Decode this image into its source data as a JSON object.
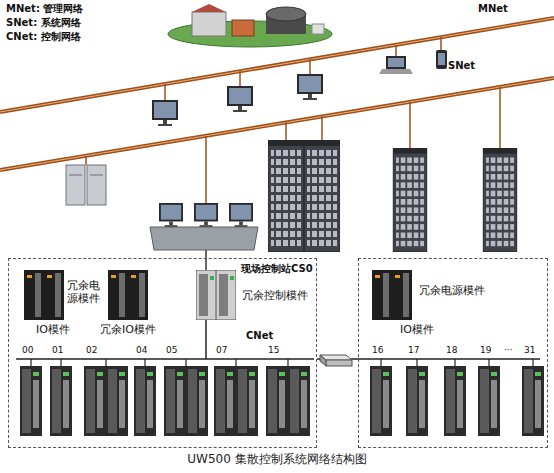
{
  "diagram": {
    "caption": "UW500 集散控制系统网络结构图",
    "nodes": [
      {
        "text": [
          "现场控制站CS0"
        ]
      },
      {
        "text": [
          "冗余电源模件"
        ]
      }
    ],
    "edges": [
      {
        "from": 0,
        "to": 1,
        "arrow": "none"
      }
    ],
    "labels": [
      "MNet: 管理网络",
      "SNet: 系统网络",
      "CNet: 控制网络",
      "MNet",
      "SNet",
      "冗余电源模件",
      "冗余控制模件",
      "IO模件",
      "冗余IO模件",
      "CNet",
      "00",
      "01",
      "02",
      "04",
      "05",
      "07",
      "15",
      "IO模件",
      "16",
      "17",
      "18",
      "19",
      "···",
      "31"
    ]
  }
}
